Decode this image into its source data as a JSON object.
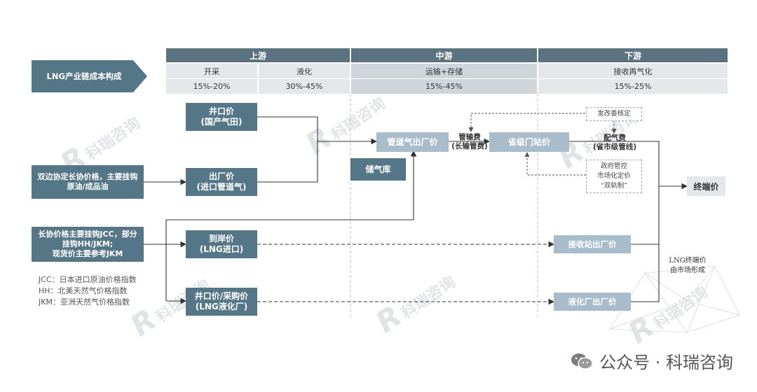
{
  "title_tag": "LNG产业链成本构成",
  "header": {
    "upstream": "上游",
    "midstream": "中游",
    "downstream": "下游"
  },
  "segments": {
    "exploration": {
      "label": "开采",
      "share": "15%-20%"
    },
    "liquefaction": {
      "label": "液化",
      "share": "30%-45%"
    },
    "transport_storage": {
      "label": "运输+存储",
      "share": "15%-45%"
    },
    "regasification": {
      "label": "接收再气化",
      "share": "15%-25%"
    }
  },
  "left_notes": {
    "bilateral": "双边协定长协价格，主要挂钩原油/成品油",
    "long_term": "长协价格主要挂钩JCC，部分挂钩HH/JKM;\n现货价主要参考JKM"
  },
  "nodes": {
    "wellhead_domestic": "井口价\n(国产气田)",
    "factory_pipeline_import": "出厂价\n(进口管道气)",
    "arrival_lng": "到岸价\n(LNG进口)",
    "wellhead_purchase": "井口价/采购价\n(LNG液化厂)",
    "pipeline_gas_ex_factory": "管道气出厂价",
    "storage": "储气库",
    "citygate": "省级门站价",
    "terminal_ex_factory": "接收站出厂价",
    "liquefaction_ex_factory": "液化厂出厂价",
    "end_price": "终端价"
  },
  "edge_labels": {
    "pipeline_fee": "管输费\n(长输管费)",
    "distribution_fee": "配气费\n(省市级管线)"
  },
  "regulator_notes": {
    "ndrc": "发改委核定",
    "govt": "政府管控\n市场化定价\n“双轨制”",
    "lng_market": "LNG终端价\n由市场形成"
  },
  "legend": [
    "JCC：日本进口原油价格指数",
    "HH：北美天然气价格指数",
    "JKM：亚洲天然气价格指数"
  ],
  "watermark": "科瑞咨询",
  "footer": {
    "text": "公众号 · 科瑞咨询"
  },
  "colors": {
    "dark_box": "#557686",
    "light_box": "#a9bccb",
    "header": "#5b7380",
    "line": "#333333"
  }
}
